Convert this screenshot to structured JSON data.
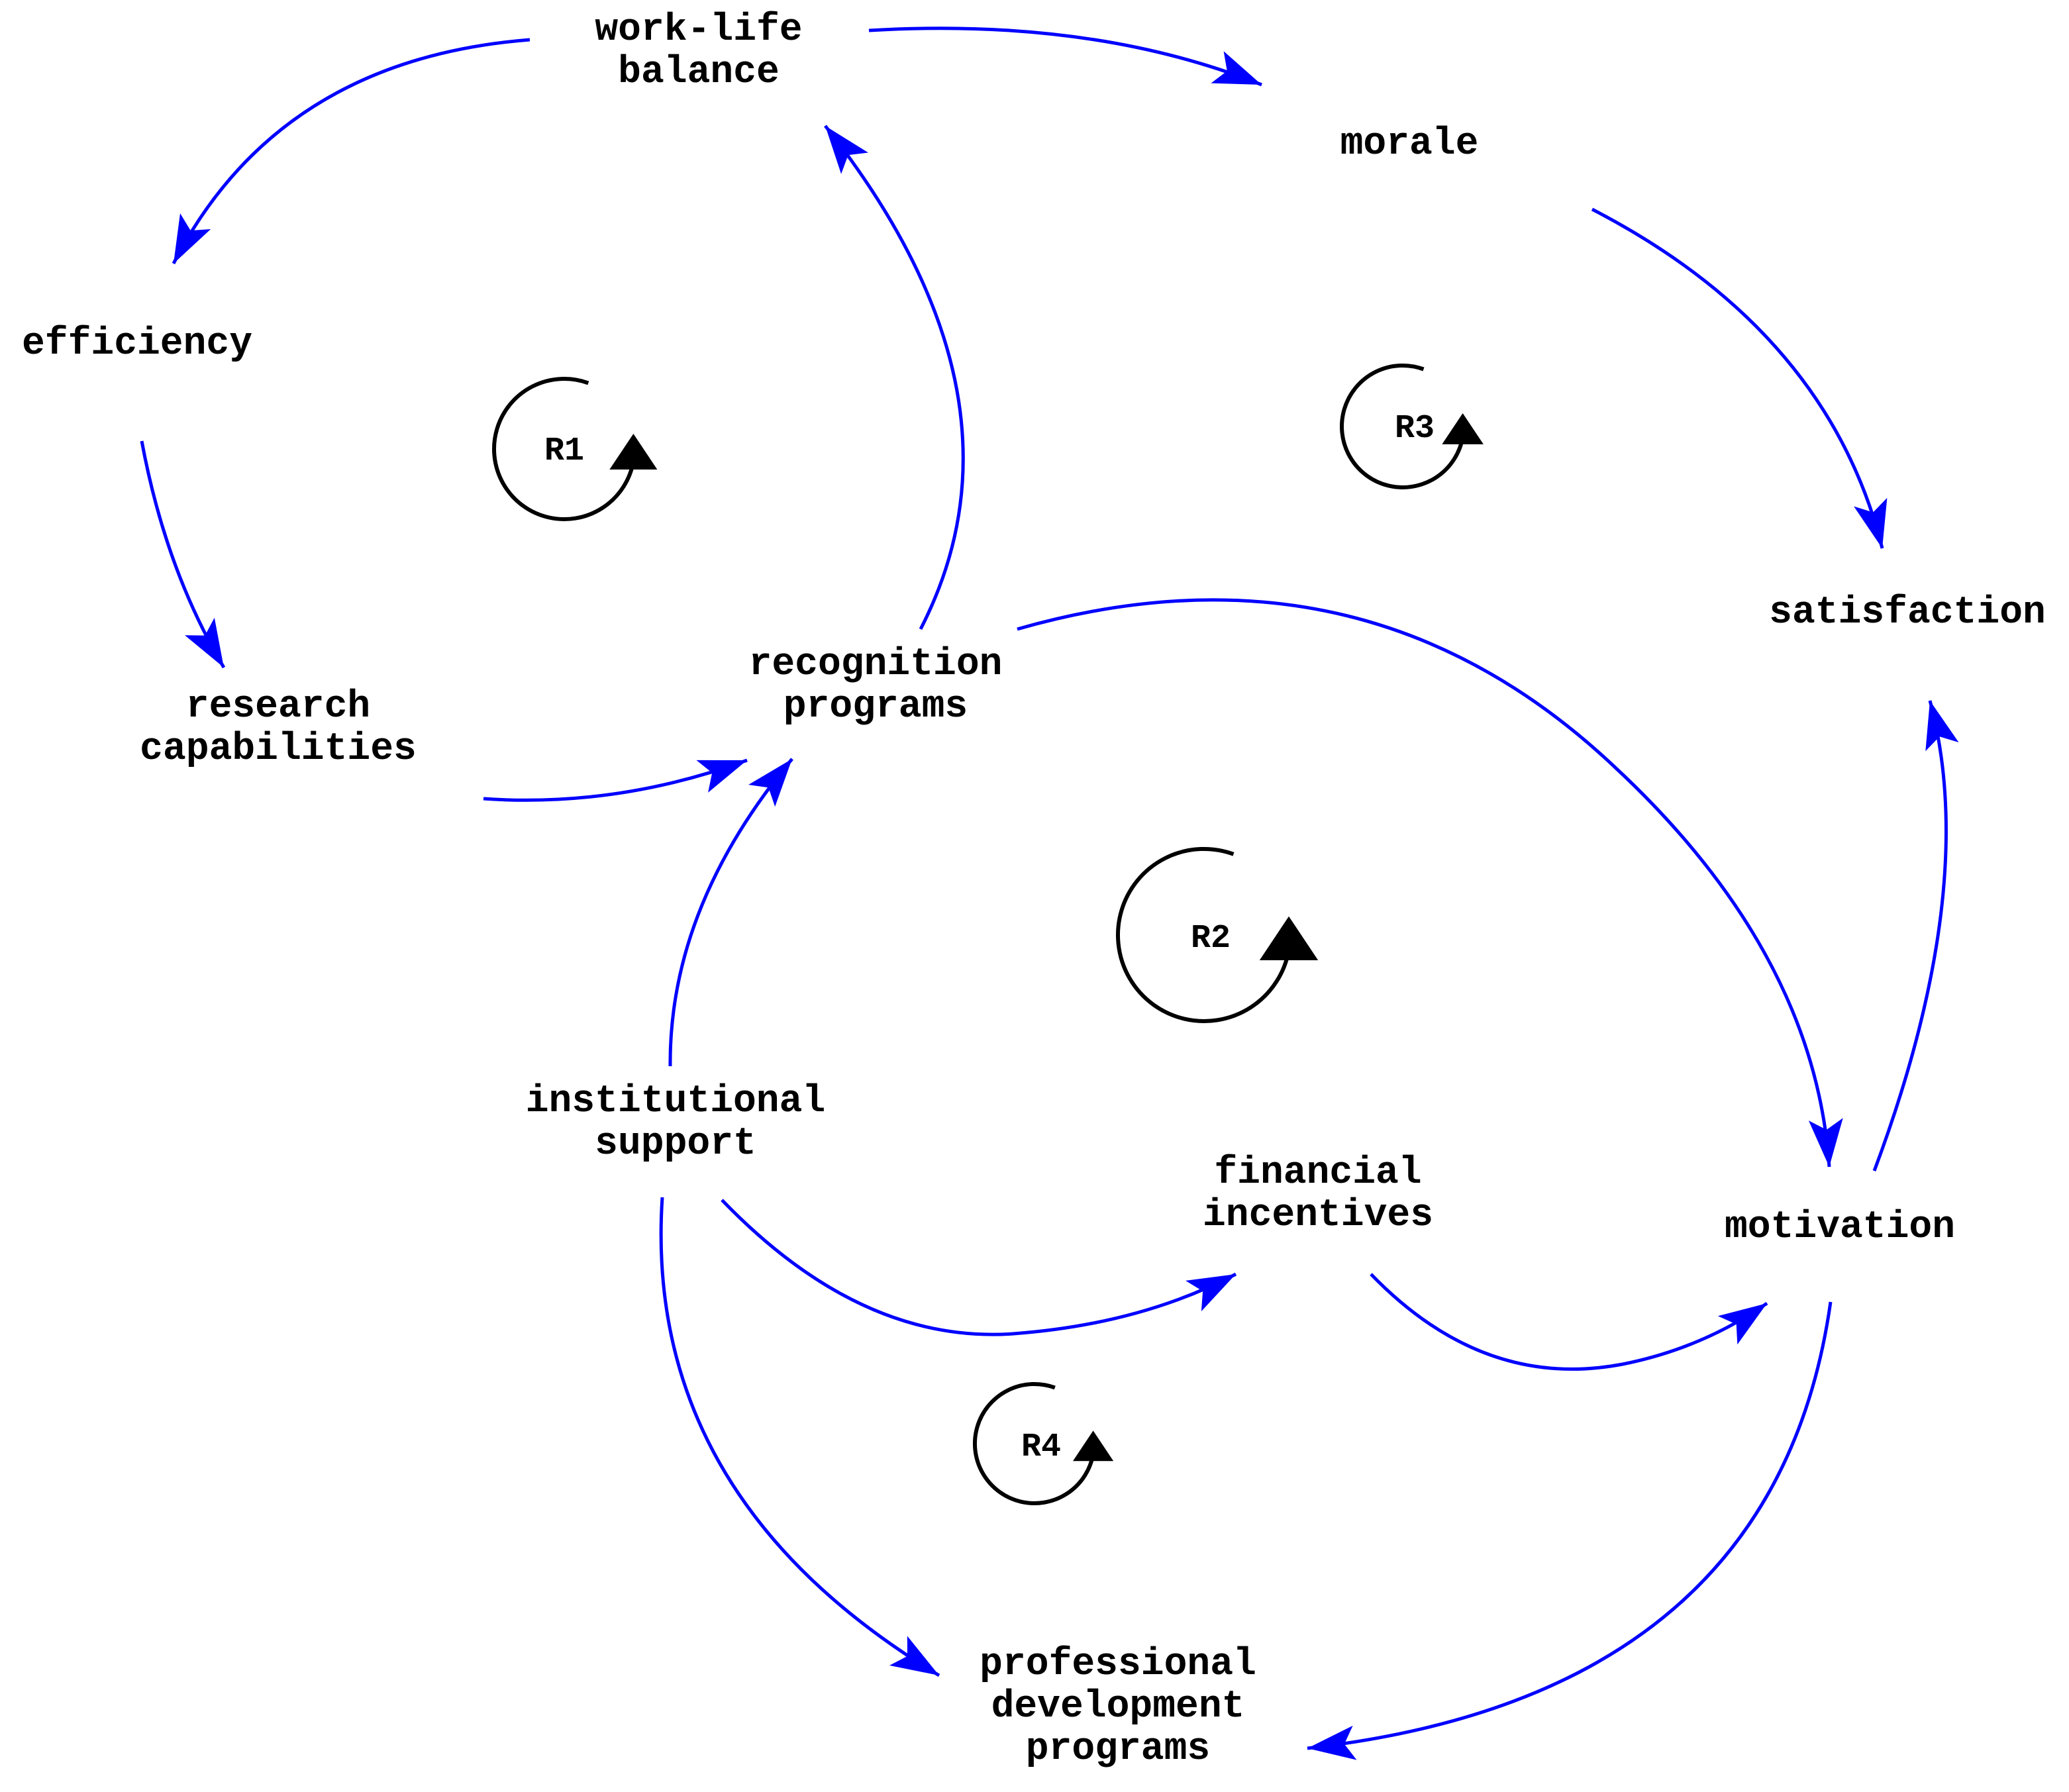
{
  "colors": {
    "link": "#0000ff",
    "text": "#000000",
    "loop": "#000000",
    "background": "#ffffff"
  },
  "nodes": [
    {
      "id": "work_life_balance",
      "lines": [
        "work-life",
        "balance"
      ]
    },
    {
      "id": "morale",
      "lines": [
        "morale"
      ]
    },
    {
      "id": "efficiency",
      "lines": [
        "efficiency"
      ]
    },
    {
      "id": "satisfaction",
      "lines": [
        "satisfaction"
      ]
    },
    {
      "id": "research_capabilities",
      "lines": [
        "research",
        "capabilities"
      ]
    },
    {
      "id": "recognition_programs",
      "lines": [
        "recognition",
        "programs"
      ]
    },
    {
      "id": "institutional_support",
      "lines": [
        "institutional",
        "support"
      ]
    },
    {
      "id": "financial_incentives",
      "lines": [
        "financial",
        "incentives"
      ]
    },
    {
      "id": "motivation",
      "lines": [
        "motivation"
      ]
    },
    {
      "id": "professional_development_programs",
      "lines": [
        "professional",
        "development",
        "programs"
      ]
    }
  ],
  "links": [
    {
      "from": "work_life_balance",
      "to": "morale"
    },
    {
      "from": "work_life_balance",
      "to": "efficiency"
    },
    {
      "from": "efficiency",
      "to": "research_capabilities"
    },
    {
      "from": "research_capabilities",
      "to": "recognition_programs"
    },
    {
      "from": "recognition_programs",
      "to": "work_life_balance"
    },
    {
      "from": "morale",
      "to": "satisfaction"
    },
    {
      "from": "recognition_programs",
      "to": "motivation"
    },
    {
      "from": "motivation",
      "to": "satisfaction"
    },
    {
      "from": "institutional_support",
      "to": "recognition_programs"
    },
    {
      "from": "institutional_support",
      "to": "financial_incentives"
    },
    {
      "from": "financial_incentives",
      "to": "motivation"
    },
    {
      "from": "institutional_support",
      "to": "professional_development_programs"
    },
    {
      "from": "motivation",
      "to": "professional_development_programs"
    }
  ],
  "loops": [
    {
      "id": "R1",
      "label": "R1"
    },
    {
      "id": "R2",
      "label": "R2"
    },
    {
      "id": "R3",
      "label": "R3"
    },
    {
      "id": "R4",
      "label": "R4"
    }
  ]
}
